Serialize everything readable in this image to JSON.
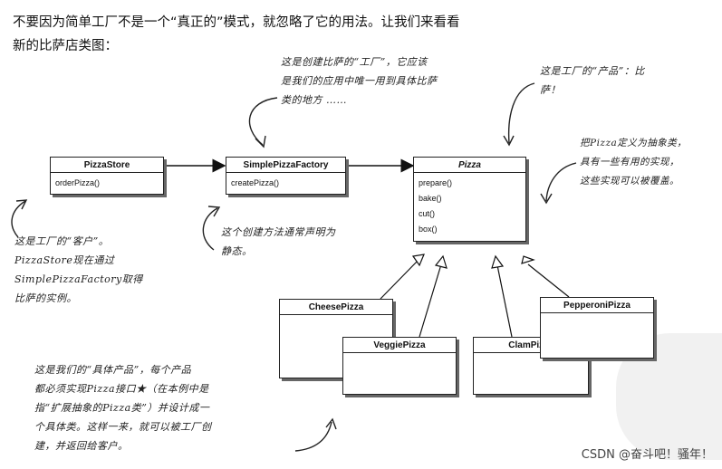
{
  "intro": {
    "line1": "不要因为简单工厂不是一个“真正的”模式，就忽略了它的用法。让我们来看看",
    "line2": "新的比萨店类图："
  },
  "classes": {
    "pizza_store": {
      "name": "PizzaStore",
      "methods": [
        "orderPizza()"
      ]
    },
    "simple_factory": {
      "name": "SimplePizzaFactory",
      "methods": [
        "createPizza()"
      ]
    },
    "pizza": {
      "name": "Pizza",
      "methods": [
        "prepare()",
        "bake()",
        "cut()",
        "box()"
      ]
    },
    "cheese": {
      "name": "CheesePizza"
    },
    "veggie": {
      "name": "VeggiePizza"
    },
    "clam": {
      "name": "ClamPizza"
    },
    "pepperoni": {
      "name": "PepperoniPizza"
    }
  },
  "notes": {
    "factory_note": [
      "这是创建比萨的“工厂”，它应该",
      "是我们的应用中唯一用到具体比萨",
      "类的地方 ……"
    ],
    "product_note": [
      "这是工厂的“产品”：比",
      "萨！"
    ],
    "abstract_note": [
      "把Pizza定义为抽象类，",
      "具有一些有用的实现，",
      "这些实现可以被覆盖。"
    ],
    "client_note": [
      "这是工厂的“客户”。",
      "PizzaStore现在通过",
      "SimplePizzaFactory取得",
      "比萨的实例。"
    ],
    "static_note": [
      "这个创建方法通常声明为",
      "静态。"
    ],
    "concrete_note": [
      "这是我们的“具体产品”，每个产品",
      "都必须实现Pizza接口★（在本例中是",
      "指“扩展抽象的Pizza类”）并设计成一",
      "个具体类。这样一来，就可以被工厂创",
      "建，并返回给客户。"
    ]
  },
  "watermark": "CSDN @奋斗吧！骚年！"
}
